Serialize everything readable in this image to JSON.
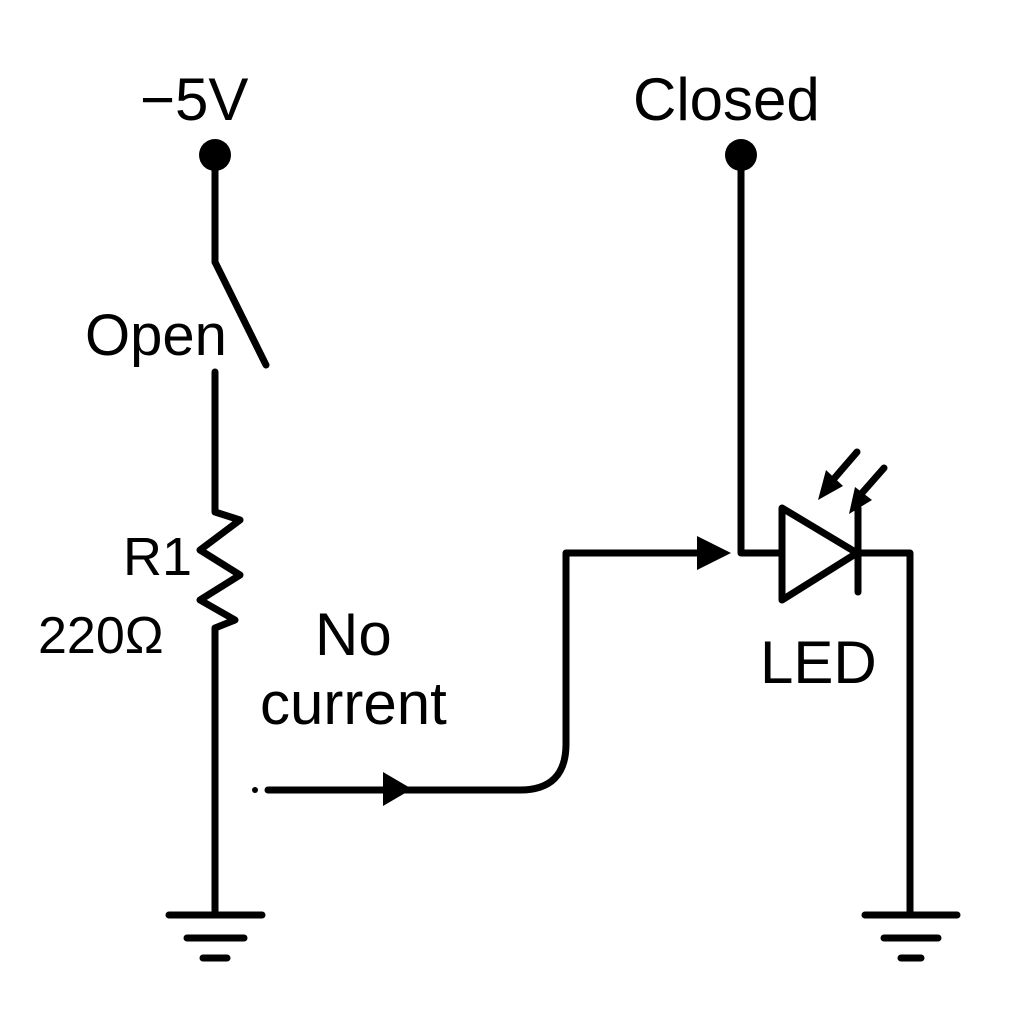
{
  "labels": {
    "supply_voltage": "−5V",
    "switch_state": "Open",
    "resistor_name": "R1",
    "resistor_value": "220Ω",
    "current_note_line1": "No",
    "current_note_line2": "current",
    "right_terminal_state": "Closed",
    "led_label": "LED"
  },
  "components": [
    {
      "id": "supply-terminal",
      "icon": "terminal-dot-icon"
    },
    {
      "id": "switch",
      "icon": "open-switch-icon"
    },
    {
      "id": "resistor",
      "icon": "resistor-zigzag-icon"
    },
    {
      "id": "ground-left",
      "icon": "ground-icon"
    },
    {
      "id": "led",
      "icon": "led-diode-icon"
    },
    {
      "id": "ground-right",
      "icon": "ground-icon"
    }
  ],
  "colors": {
    "line": "#000000",
    "background": "#ffffff"
  }
}
